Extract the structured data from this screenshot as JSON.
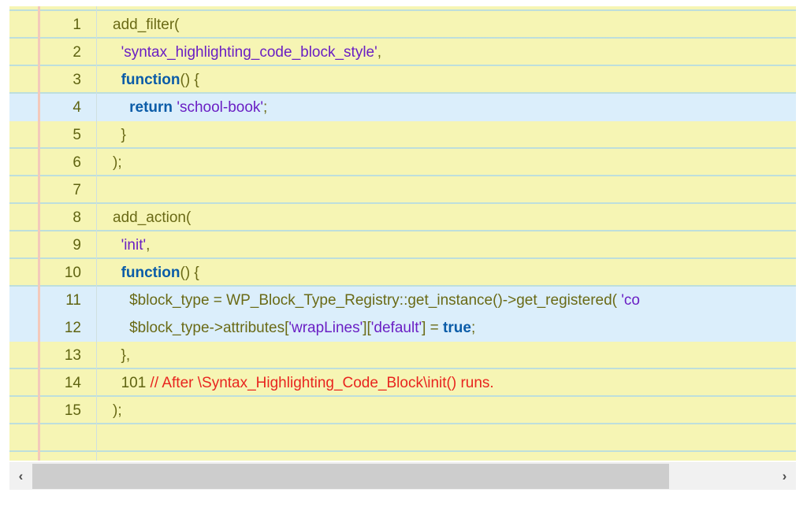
{
  "code_block": {
    "name": "php-code-block",
    "language": "PHP",
    "theme": "school-book",
    "colors": {
      "background": "#f6f5b4",
      "rule_line": "#badede",
      "margin_rule": "#f3c9bb",
      "highlight_background": "#dbeefb",
      "plain": "#6a6a16",
      "string": "#6a1fc4",
      "keyword": "#0b5ca8",
      "comment": "#e8251f",
      "number": "#5f6311",
      "line_number": "#5f6311"
    },
    "highlighted_lines": [
      4,
      11,
      12
    ],
    "lines": [
      {
        "number": "1",
        "highlighted": false,
        "tokens": [
          {
            "text": "add_filter(",
            "type": "plain"
          }
        ]
      },
      {
        "number": "2",
        "highlighted": false,
        "tokens": [
          {
            "text": "  ",
            "type": "plain"
          },
          {
            "text": "'syntax_highlighting_code_block_style'",
            "type": "string"
          },
          {
            "text": ",",
            "type": "plain"
          }
        ]
      },
      {
        "number": "3",
        "highlighted": false,
        "tokens": [
          {
            "text": "  ",
            "type": "plain"
          },
          {
            "text": "function",
            "type": "keyword"
          },
          {
            "text": "() {",
            "type": "plain"
          }
        ]
      },
      {
        "number": "4",
        "highlighted": true,
        "tokens": [
          {
            "text": "    ",
            "type": "plain"
          },
          {
            "text": "return",
            "type": "keyword"
          },
          {
            "text": " ",
            "type": "plain"
          },
          {
            "text": "'school-book'",
            "type": "string"
          },
          {
            "text": ";",
            "type": "plain"
          }
        ]
      },
      {
        "number": "5",
        "highlighted": false,
        "tokens": [
          {
            "text": "  }",
            "type": "plain"
          }
        ]
      },
      {
        "number": "6",
        "highlighted": false,
        "tokens": [
          {
            "text": ");",
            "type": "plain"
          }
        ]
      },
      {
        "number": "7",
        "highlighted": false,
        "tokens": []
      },
      {
        "number": "8",
        "highlighted": false,
        "tokens": [
          {
            "text": "add_action(",
            "type": "plain"
          }
        ]
      },
      {
        "number": "9",
        "highlighted": false,
        "tokens": [
          {
            "text": "  ",
            "type": "plain"
          },
          {
            "text": "'init'",
            "type": "string"
          },
          {
            "text": ",",
            "type": "plain"
          }
        ]
      },
      {
        "number": "10",
        "highlighted": false,
        "tokens": [
          {
            "text": "  ",
            "type": "plain"
          },
          {
            "text": "function",
            "type": "keyword"
          },
          {
            "text": "() {",
            "type": "plain"
          }
        ]
      },
      {
        "number": "11",
        "highlighted": true,
        "tokens": [
          {
            "text": "    $block_type = WP_Block_Type_Registry::get_instance()->get_registered( ",
            "type": "plain"
          },
          {
            "text": "'co",
            "type": "string"
          }
        ]
      },
      {
        "number": "12",
        "highlighted": true,
        "tokens": [
          {
            "text": "    $block_type->attributes[",
            "type": "plain"
          },
          {
            "text": "'wrapLines'",
            "type": "string"
          },
          {
            "text": "][",
            "type": "plain"
          },
          {
            "text": "'default'",
            "type": "string"
          },
          {
            "text": "] = ",
            "type": "plain"
          },
          {
            "text": "true",
            "type": "keyword"
          },
          {
            "text": ";",
            "type": "plain"
          }
        ]
      },
      {
        "number": "13",
        "highlighted": false,
        "tokens": [
          {
            "text": "  },",
            "type": "plain"
          }
        ]
      },
      {
        "number": "14",
        "highlighted": false,
        "tokens": [
          {
            "text": "  ",
            "type": "plain"
          },
          {
            "text": "101",
            "type": "number"
          },
          {
            "text": " ",
            "type": "plain"
          },
          {
            "text": "// After \\Syntax_Highlighting_Code_Block\\init() runs.",
            "type": "comment"
          }
        ]
      },
      {
        "number": "15",
        "highlighted": false,
        "tokens": [
          {
            "text": ");",
            "type": "plain"
          }
        ]
      }
    ]
  },
  "scrollbar": {
    "orientation": "horizontal",
    "left_arrow": "‹",
    "right_arrow": "›",
    "thumb_position_percent": 0,
    "thumb_width_percent": 86
  }
}
